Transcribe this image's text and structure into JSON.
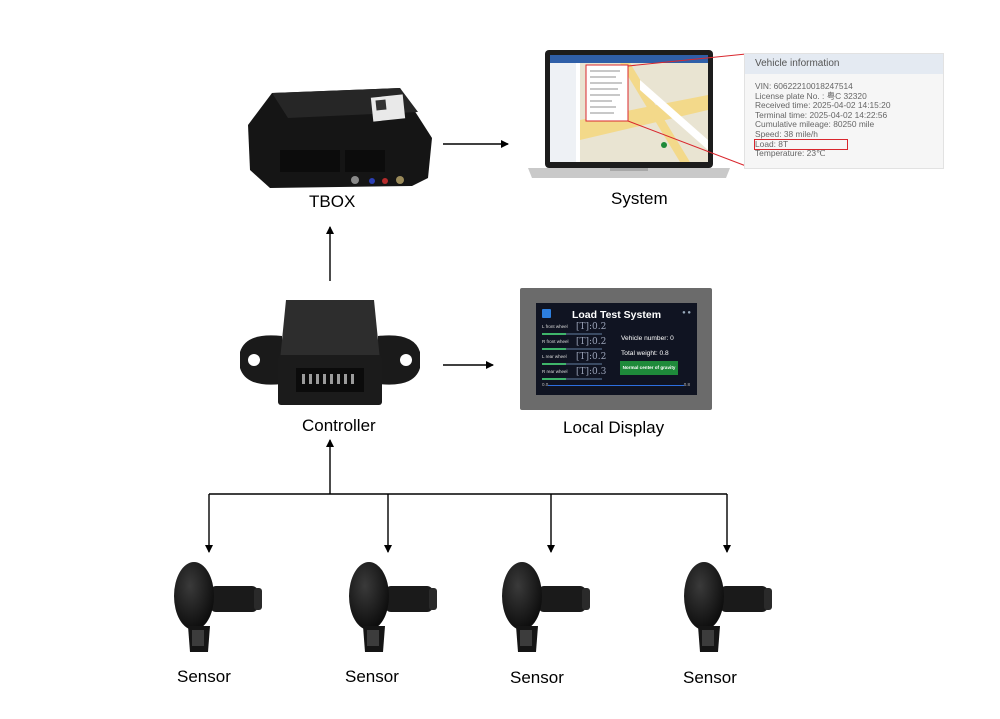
{
  "labels": {
    "tbox": "TBOX",
    "system": "System",
    "controller": "Controller",
    "local_display": "Local Display",
    "sensors": [
      "Sensor",
      "Sensor",
      "Sensor",
      "Sensor"
    ]
  },
  "vehicle_info": {
    "header": "Vehicle information",
    "lines": [
      "VIN: 60622210018247514",
      "License plate No. : 粤C 32320",
      "Received time: 2025-04-02 14:15:20",
      "Terminal time: 2025-04-02 14:22:56",
      "Cumulative mileage: 80250 mile",
      "Speed: 38 mile/h",
      "Load: 8T",
      "Temperature: 23℃"
    ],
    "highlight_color": "#d9272e"
  },
  "local_display": {
    "title": "Load Test System",
    "wheels": [
      {
        "label": "L front wheel",
        "value": "[T]:0.2"
      },
      {
        "label": "R front wheel",
        "value": "[T]:0.2"
      },
      {
        "label": "L rear wheel",
        "value": "[T]:0.2"
      },
      {
        "label": "R rear wheel",
        "value": "[T]:0.3"
      }
    ],
    "vehicle_number": "Vehicle number: 0",
    "total_weight": "Total weight: 0.8",
    "gravity_status": "Normal center of gravity",
    "scale_min": "0.0",
    "scale_max": "0.8"
  },
  "colors": {
    "device": "#141414",
    "arrow": "#000000",
    "panel_header": "#e4eaf2",
    "display_bezel": "#6b6b6b",
    "screen": "#101422",
    "status_green": "#1e8a3a"
  }
}
